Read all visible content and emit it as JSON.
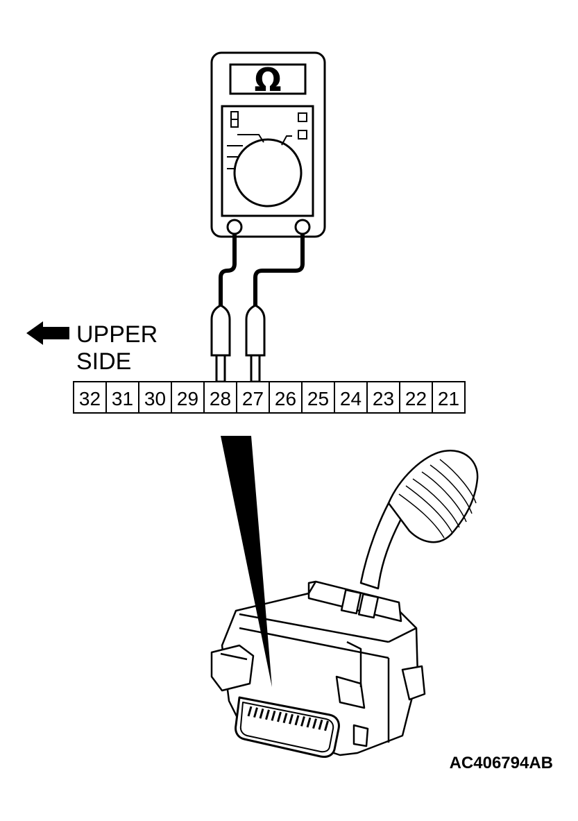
{
  "meter": {
    "display_symbol": "Ω"
  },
  "direction": {
    "line1": "UPPER",
    "line2": "SIDE"
  },
  "connector": {
    "terminals": [
      "32",
      "31",
      "30",
      "29",
      "28",
      "27",
      "26",
      "25",
      "24",
      "23",
      "22",
      "21"
    ],
    "probed_terminals": [
      "28",
      "27"
    ]
  },
  "figure_code": "AC406794AB",
  "icons": {
    "arrow": "arrow-left-icon"
  },
  "colors": {
    "ink": "#000000",
    "paper": "#ffffff"
  }
}
